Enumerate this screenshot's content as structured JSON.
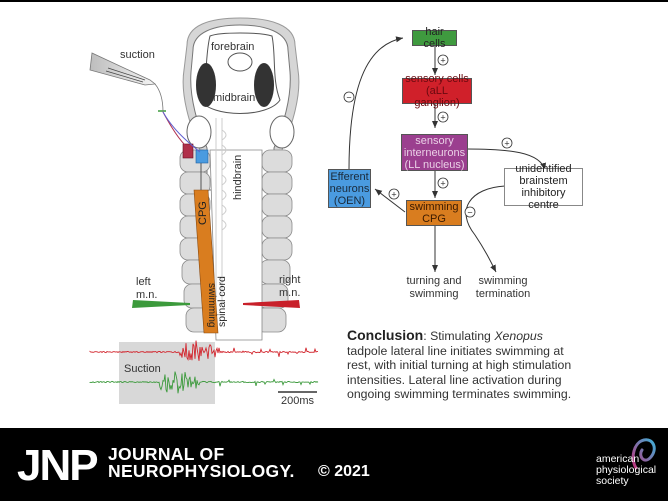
{
  "anatomy": {
    "labels": {
      "suction": "suction",
      "forebrain": "forebrain",
      "midbrain": "midbrain",
      "hindbrain": "hindbrain",
      "cpg": "CPG",
      "swimming": "swimming",
      "spinal_cord": "spinal cord",
      "left_mn_1": "left",
      "left_mn_2": "m.n.",
      "right_mn_1": "right",
      "right_mn_2": "m.n."
    },
    "colors": {
      "cpg": "#d97d1f",
      "left_electrode": "#3c9a3c",
      "right_electrode": "#c8202a",
      "body": "#dcdcdc"
    }
  },
  "recording": {
    "suction_label": "Suction",
    "scale_label": "200ms",
    "colors": {
      "right_trace": "#d2262e",
      "left_trace": "#3d9a3d",
      "stim_box": "#d8d8d8"
    }
  },
  "flowchart": {
    "nodes": {
      "hair_cells": {
        "label": "hair cells",
        "color": "#3f9a3f"
      },
      "sensory_cells": {
        "line1": "sensory cells",
        "line2": "(aLL ganglion)",
        "color": "#d0202a"
      },
      "sensory_interneurons": {
        "line1": "sensory",
        "line2": "interneurons",
        "line3": "(LL nucleus)",
        "color": "#9b3f8f"
      },
      "efferent": {
        "line1": "Efferent",
        "line2": "neurons",
        "line3": "(OEN)",
        "color": "#4a9be0"
      },
      "swimming_cpg": {
        "line1": "swimming",
        "line2": "CPG",
        "color": "#d97d1f"
      },
      "inhibitory": {
        "line1": "unidentified",
        "line2": "brainstem",
        "line3": "inhibitory centre",
        "color": "#ffffff"
      }
    },
    "signs": {
      "plus": "+",
      "minus": "−"
    },
    "outputs": {
      "turning_1": "turning and",
      "turning_2": "swimming",
      "termination_1": "swimming",
      "termination_2": "termination"
    }
  },
  "conclusion": {
    "heading": "Conclusion",
    "text_1": ": Stimulating ",
    "species": "Xenopus",
    "line_2": "tadpole lateral line initiates swimming at",
    "line_3": "rest, with initial turning at high stimulation",
    "line_4": "intensities. Lateral line activation during",
    "line_5": "ongoing swimming terminates swimming."
  },
  "footer": {
    "logo": "JNP",
    "journal_line1": "JOURNAL OF",
    "journal_line2": "NEUROPHYSIOLOGY.",
    "copyright": "© 2021",
    "society_line1": "american",
    "society_line2": "physiological",
    "society_line3": "society"
  }
}
